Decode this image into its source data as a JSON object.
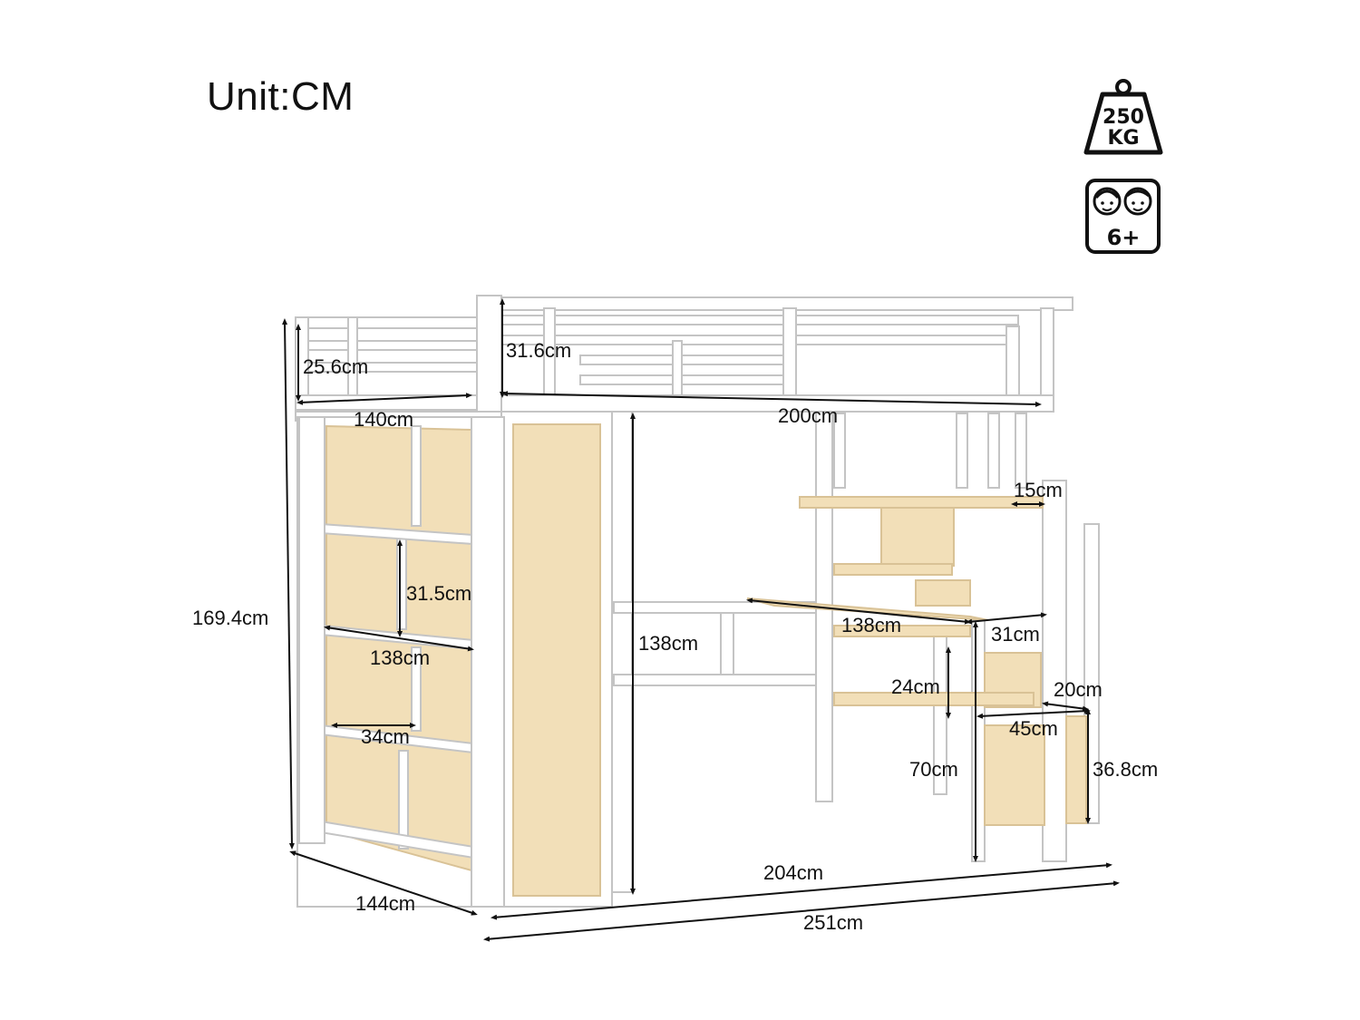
{
  "unit_label": "Unit:CM",
  "badges": {
    "weight": {
      "icon": "weight-icon",
      "line1": "250",
      "line2": "KG"
    },
    "age": {
      "icon": "kids-age-icon",
      "text": "6+"
    }
  },
  "dimensions": {
    "rail_height_left": "25.6cm",
    "rail_height_front": "31.6cm",
    "bed_width": "140cm",
    "bed_length": "200cm",
    "stair_step_depth": "15cm",
    "total_height": "169.4cm",
    "shelf_gap": "31.5cm",
    "shelf_width": "138cm",
    "under_bed_height": "138cm",
    "desk_length": "138cm",
    "desk_depth": "31cm",
    "compartment_width": "34cm",
    "desk_gap": "24cm",
    "step_width": "20cm",
    "stair_width": "45cm",
    "desk_height": "70cm",
    "step_height": "36.8cm",
    "inner_length": "204cm",
    "total_depth": "144cm",
    "total_length": "251cm"
  },
  "colors": {
    "frame": "#ffffff",
    "frame_edge": "#c9c9c9",
    "wood": "#f2dfb8",
    "wood_edge": "#d9c296",
    "line": "#111111"
  }
}
